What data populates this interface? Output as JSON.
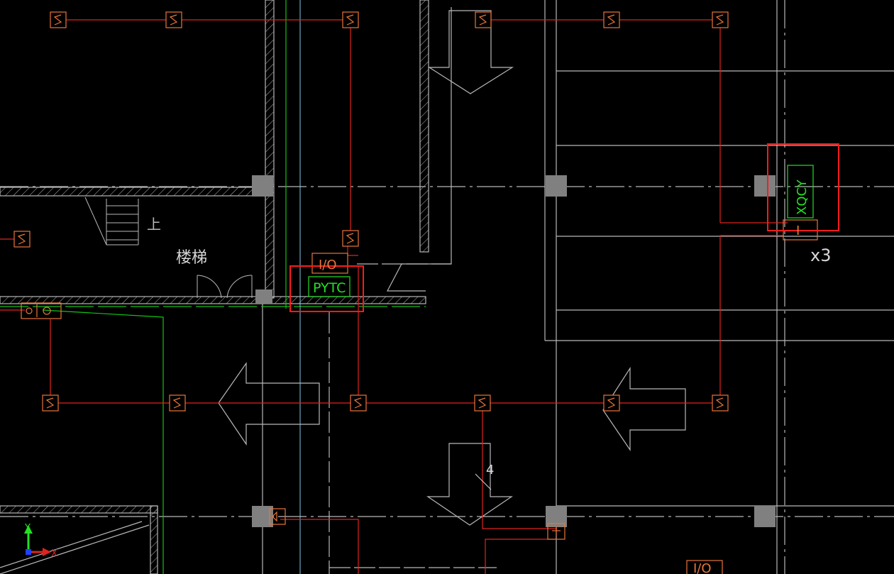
{
  "colors": {
    "background": "#000000",
    "wire": "#e0231f",
    "device": "#e8753a",
    "wall": "#b8b8b8",
    "column": "#808080",
    "greenline": "#14c014",
    "cyanline": "#7ec8e3",
    "highlight": "#ff1a1a",
    "text_white": "#d8d8d8",
    "text_green": "#22e022"
  },
  "labels": {
    "stair_room": "楼梯",
    "stair_up": "上",
    "multiplier": "x3",
    "dim_4": "4",
    "io_box_1": "I/O",
    "io_box_2": "I/O",
    "module_i": "I",
    "pytc_tag": "PYTC",
    "xqcy_tag": "XQCY"
  },
  "ucs": {
    "y_label": "Y",
    "x_label": "X"
  },
  "icons": {
    "smoke_detector": "smoke-detector-icon",
    "flow_arrow": "airflow-arrow-icon",
    "column": "structural-column-icon",
    "ucs": "ucs-axis-icon"
  }
}
